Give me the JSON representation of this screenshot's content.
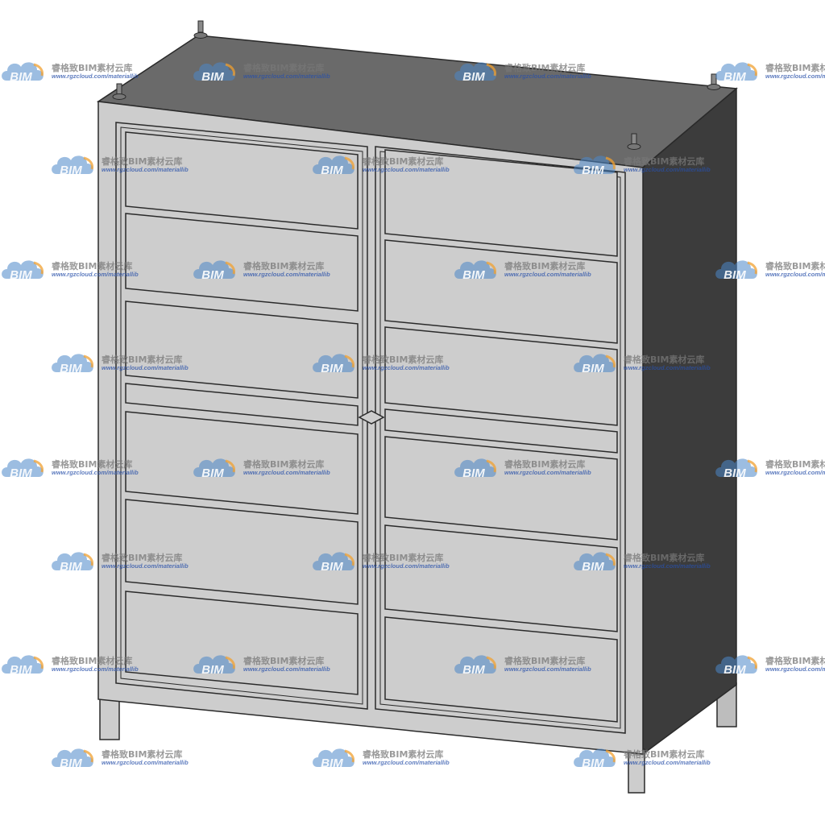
{
  "watermark": {
    "brand_text": "BIM",
    "title": "睿格致BIM素材云库",
    "url": "www.rgzcloud.com/materiallib",
    "cloud_color": "#4a86c8",
    "accent_color": "#f0a030"
  },
  "cabinet": {
    "front_color": "#cdcdcd",
    "top_color": "#6a6a6a",
    "side_color": "#3c3c3c",
    "outline_color": "#2a2a2a",
    "doors": 2,
    "panels_per_door": 7
  }
}
